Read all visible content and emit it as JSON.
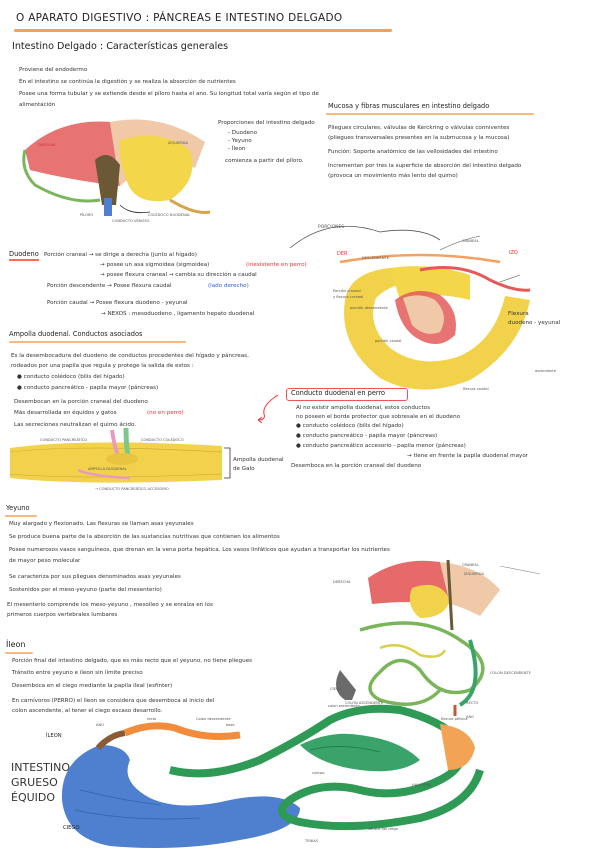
{
  "title": "O APARATO DIGESTIVO : PÁNCREAS E INTESTINO DELGADO",
  "section1": {
    "heading": "Intestino Delgado : Características generales",
    "lines": [
      "Proviene del endodermo",
      "En el intestino se continúa la digestión y se realiza la absorción de nutrientes",
      "Posee una forma tubular y se extiende desde el píloro hasta el ano. Su longitud total varía según el tipo de",
      "alimentación"
    ],
    "portions_title": "Proporciones del intestino delgado",
    "portions": [
      "- Duodeno",
      "- Yeyuno",
      "- Íleon"
    ],
    "portions_note": "comienza a partir del píloro.",
    "fig_labels": {
      "derecha": "DERECHA",
      "izquierda": "IZQUIERDA",
      "bottom1": "PÍLORO",
      "bottom2": "CONDUCTO VENOSO",
      "bottom3": "COLÉDOCO DUODENAL"
    }
  },
  "mucosa": {
    "heading": "Mucosa y fibras musculares en intestino delgado",
    "lines": [
      "Pliegues circulares, válvulas de Kerckring o válvulas conniventes",
      "(pliegues transversales presentes en la submucosa y la mucosa)",
      "Función: Soporte anatómico de las vellosidades del intestino",
      "Incrementan por tres la superficie de absorción del intestino delgado",
      "(provoca un movimiento más lento del quimo)"
    ]
  },
  "duodeno": {
    "label": "Duodeno",
    "lines": [
      "Porción craneal → se dirige a derecha (junto al hígado)",
      "→ posee un asa sigmoidea (sigmoidea)",
      "(inexistente en perro)",
      "→ posee flexura craneal → cambia su dirección a caudal",
      "Porción descendente → Posee flexura caudal",
      "(lado derecho)",
      "Porción caudal → Posee flexura duodeno - yeyunal",
      "→ NEXOS : mesoduodeno , ligamento hepato duodenal"
    ],
    "fig": {
      "porciones": "PORCIONES",
      "der": "DER",
      "izq": "IZQ",
      "descendente": "DESCENDENTE",
      "craneal": "CRANEAL",
      "ascendente": "ascendente",
      "porcion_caudal": "porción caudal",
      "porcion_descendente": "porción descendente",
      "flexura_caudal": "flexura caudal",
      "flexura_dy1": "Flexura",
      "flexura_dy2": "duodeno - yeyunal",
      "left1": "Porción craneal",
      "left2": "y flexura craneal"
    }
  },
  "ampolla": {
    "heading": "Ampolla duodenal. Conductos asociados",
    "lines": [
      "Es la desembocadura del duodeno de conductos procedentes del hígado y páncreas,",
      "rodeados por una papila que regula y protege la salida de estos :",
      "● conducto colédoco (bilis del hígado)",
      "● conducto pancreático - papila mayor (páncreas)",
      "Desembocan en la porción craneal del duodeno",
      "Más desarrollada en équidos y gatos",
      "(no en perro)",
      "Las secreciones neutralizan el quimo ácido."
    ],
    "fig": {
      "top1": "CONDUCTO PANCREÁTICO",
      "top2": "CONDUCTO COLÉDOCO",
      "mid": "AMPOLLA DUODENAL",
      "bottom": "→ CONDUCTO PANCREÁTICO ACCESORIO",
      "side1": "Ampolla duodenal",
      "side2": "de Galo"
    }
  },
  "perro": {
    "heading": "Conducto duodenal en perro",
    "lines": [
      "Al no existir ampolla duodenal, estos conductos",
      "no poseen el borde protector que sobresale en el duodeno",
      "● conducto colédoco (bilis del hígado)",
      "● conducto pancreático - papila mayor (páncreas)",
      "● conducto pancreático accesorio - papila menor (páncreas)",
      "→ tiene en frente la papila duodenal mayor",
      "Desemboca en la porción craneal del duodeno"
    ]
  },
  "yeyuno": {
    "heading": "Yeyuno",
    "lines": [
      "Muy alargado y flexionado. Las flexuras se llaman asas yeyunales",
      "Se produce buena parte de la absorción de las sustancias nutritivas que contienen los alimentos",
      "Posee numerosos vasos sanguíneos, que drenan en la vena porta hepática. Los vasos linfáticos que ayudan a transportar los nutrientes",
      "de mayor peso molecular",
      "Se caracteriza por sus pliegues denominados asas yeyunales",
      "Sostenidos por el meso-yeyuno (parte del mesenterio)",
      "El mesenterio comprende los meso-yeyuno , mesoíleo y se enraíza en los",
      "primeros cuerpos vertebrales lumbares"
    ],
    "fig": {
      "derecha": "DERECHA",
      "izquierda": "IZQUIERDA",
      "craneal": "CRANEAL",
      "colon_asc": "COLON ASCENDENTE",
      "colon_desc": "COLON DESCENDENTE",
      "ciego": "CIEGO",
      "recto": "RECTO",
      "ano": "ANO"
    }
  },
  "ileon": {
    "heading": "Íleon",
    "lines": [
      "Porción final del intestino delgado, que es más recto que el yeyuno, no tiene pliegues",
      "Tránsito entre yeyuno e íleon sin límite preciso",
      "Desemboca en el ciego mediante la papila ileal (esfínter)",
      "En carnívoros (PERRO) el íleon se considera que desemboca al inicio del",
      "colon ascendente, al tener el ciego escaso desarrollo."
    ]
  },
  "grueso": {
    "title1": "INTESTINO",
    "title2": "GRUESO",
    "title3": "ÉQUIDO",
    "labels": {
      "ileon": "ÍLEON",
      "ciego": "CIEGO",
      "ano": "ANO",
      "recto": "recto",
      "colon_desc": "Colon descendente",
      "colon_asc": "colon ascendente",
      "flexura": "flexura pélvica",
      "cuerpo": "cuerpo",
      "base": "base",
      "vertice": "vértice del ciego",
      "tenias": "TENIAS",
      "haustras": "HAUSTRAS"
    }
  }
}
